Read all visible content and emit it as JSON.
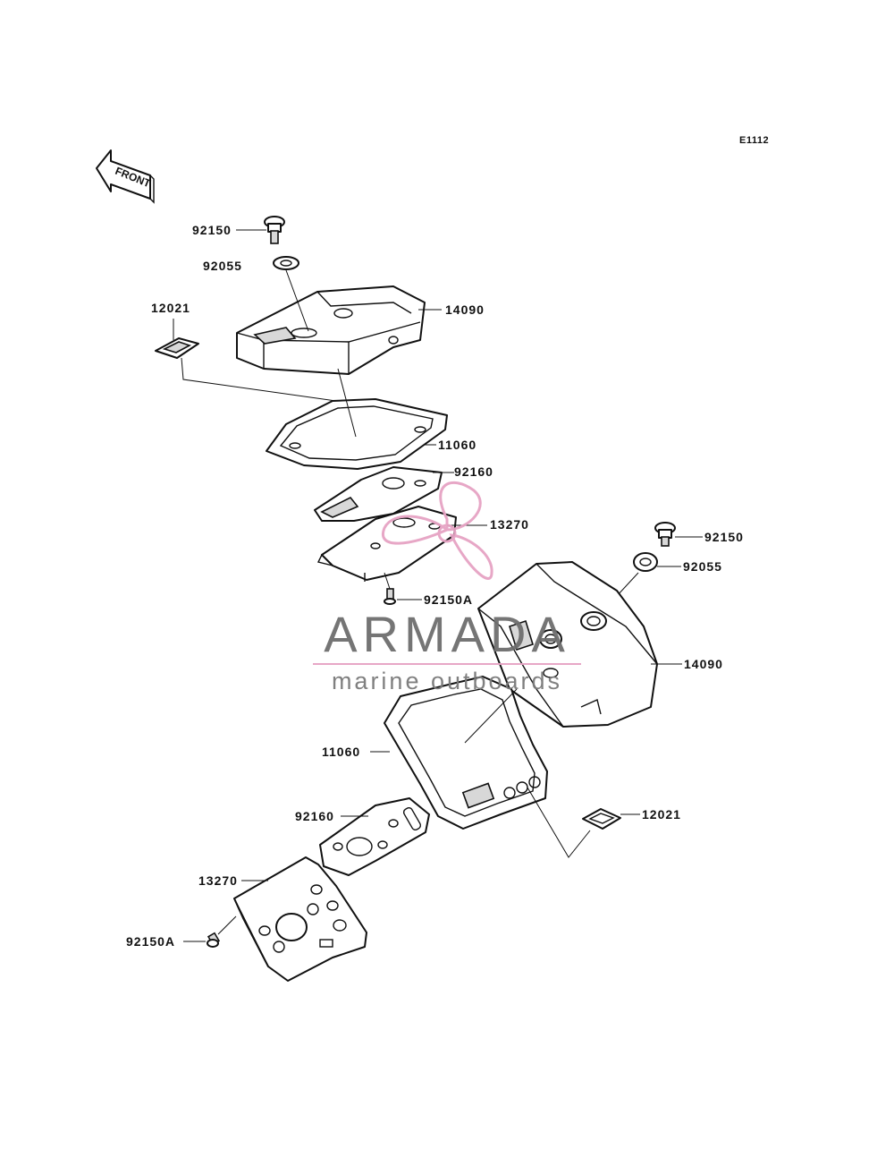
{
  "diagram": {
    "code": "E1112",
    "front_label": "FRONT",
    "labels": {
      "a_92150": "92150",
      "a_92055": "92055",
      "a_14090": "14090",
      "a_12021": "12021",
      "a_11060": "11060",
      "a_92160": "92160",
      "a_13270": "13270",
      "a_92150A": "92150A",
      "b_92150": "92150",
      "b_92055": "92055",
      "b_14090": "14090",
      "b_11060": "11060",
      "b_12021": "12021",
      "b_92160": "92160",
      "b_13270": "13270",
      "b_92150A": "92150A"
    }
  },
  "watermark": {
    "title": "ARMADA",
    "subtitle": "marine outboards",
    "accent_color": "#e6a3c4",
    "text_color": "#6e6e6e"
  }
}
